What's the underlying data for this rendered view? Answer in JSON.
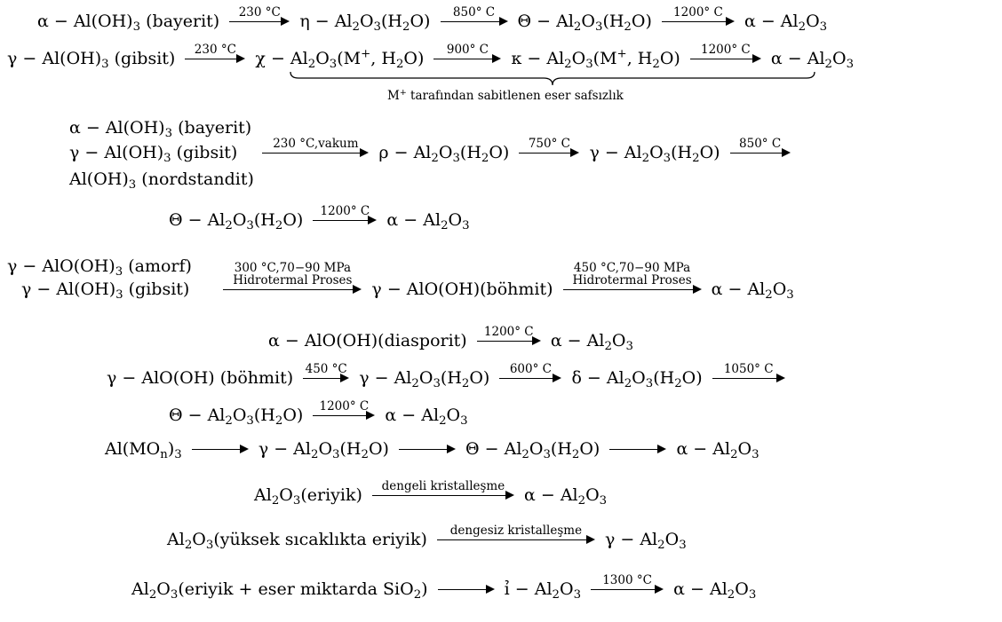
{
  "eq": {
    "l1": {
      "a": "α − Al(OH)",
      "a_sub": "3",
      "a2": " (bayerit)",
      "c1": "230 °C",
      "b": "η − Al",
      "c2": "850° C",
      "c": "Θ − Al",
      "c3": "1200° C",
      "d": "α − Al"
    },
    "l2": {
      "a": "γ − Al(OH)",
      "a_sub": "3",
      "a2": " (gibsit)",
      "c1": "230 °C",
      "b": "χ − Al",
      "c2": "900° C",
      "c": "κ − Al",
      "c3": "1200° C",
      "d": "α − Al",
      "brace_label": "tarafından sabitlenen eser safsızlık"
    },
    "l3": {
      "a": "α − Al(OH)",
      "a2": " (bayerit)",
      "b": "γ − Al(OH)",
      "b2": " (gibsit)",
      "cond": "230 °C,vakum",
      "p": "ρ − Al",
      "c2": "750° C",
      "g": "γ − Al",
      "c3": "850° C",
      "n": "Al(OH)",
      "n2": " (nordstandit)"
    },
    "l4": {
      "a": "Θ − Al",
      "c": "1200° C",
      "d": "α − Al"
    },
    "l5": {
      "a": "γ − AlO(OH)",
      "a2": " (amorf)",
      "b": "γ − Al(OH)",
      "b2": " (gibsit)",
      "c1a": "300 °C,70−90 MPa",
      "c1b": "Hidrotermal Proses",
      "m": "γ − AlO(OH)(böhmit)",
      "c2a": "450 °C,70−90 MPa",
      "c2b": "Hidrotermal Proses",
      "d": "α − Al"
    },
    "l6": {
      "a": "α − AlO(OH)(diasporit)",
      "c": "1200° C",
      "d": "α − Al"
    },
    "l7": {
      "a": "γ − AlO(OH) (böhmit)",
      "c1": "450 °C",
      "g": "γ − Al",
      "c2": "600° C",
      "dl": "δ − Al",
      "c3": "1050° C"
    },
    "l8": {
      "a": "Θ − Al",
      "c": "1200° C",
      "d": "α − Al"
    },
    "l9": {
      "a": "Al(MO",
      "g": "γ − Al",
      "t": "Θ − Al",
      "d": "α − Al"
    },
    "l10": {
      "a": "(eriyik)",
      "c": "dengeli kristalleşme",
      "d": "α − Al"
    },
    "l11": {
      "a": "(yüksek sıcaklıkta eriyik)",
      "c": "dengesiz kristalleşme",
      "d": "γ − Al"
    },
    "l12": {
      "a": "(eriyik + eser miktarda SiO",
      "i": "ỉ − Al",
      "c": "1300 °C",
      "d": "α − Al"
    }
  }
}
